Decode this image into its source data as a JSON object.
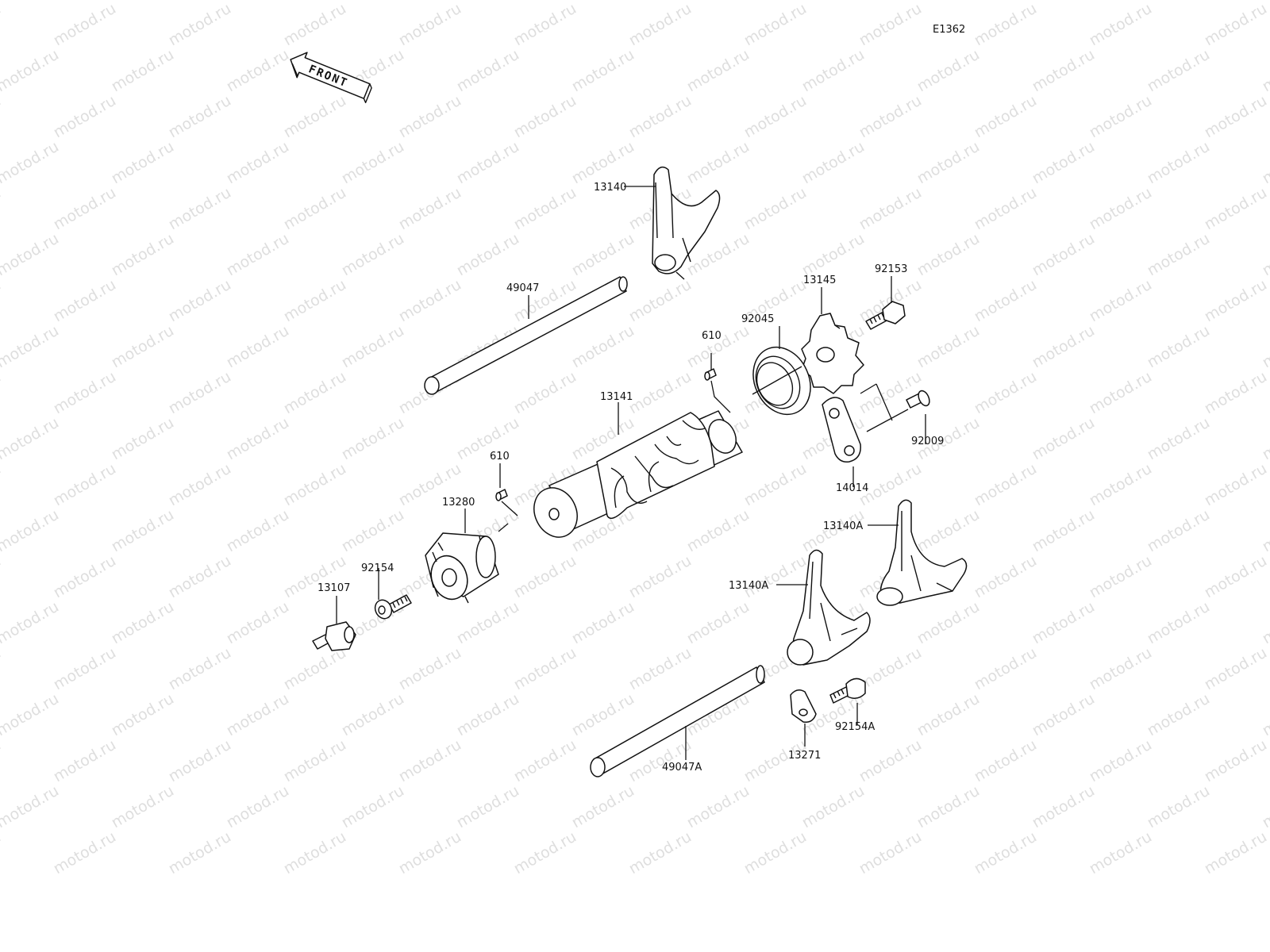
{
  "diagram": {
    "code": "E1362",
    "front_label": "FRONT",
    "watermark": "motod.ru",
    "callouts": {
      "p13140": "13140",
      "p49047": "49047",
      "p13145": "13145",
      "p92153": "92153",
      "p610a": "610",
      "p92045": "92045",
      "p13141": "13141",
      "p92009": "92009",
      "p14014": "14014",
      "p610b": "610",
      "p13280": "13280",
      "p13140a1": "13140A",
      "p13140a2": "13140A",
      "p92154": "92154",
      "p13107": "13107",
      "p92154a": "92154A",
      "p13271": "13271",
      "p49047a": "49047A"
    }
  }
}
